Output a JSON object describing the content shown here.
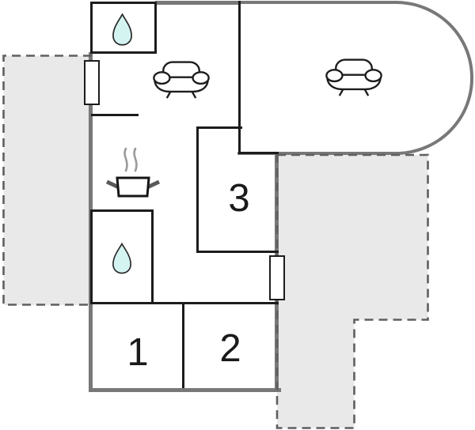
{
  "plan_title": "apartment-floor-plan",
  "rooms": {
    "room1": {
      "label": "1"
    },
    "room2": {
      "label": "2"
    },
    "room3": {
      "label": "3"
    },
    "living_room": {
      "icon": "sofa-icon"
    },
    "hallway": {
      "icon": "sofa-icon"
    },
    "kitchen": {
      "icon": "cooking-pot-icon"
    },
    "bathroom_top": {
      "icon": "water-drop-icon"
    },
    "bathroom_mid": {
      "icon": "water-drop-icon"
    }
  },
  "terraces": {
    "left": {
      "shape": "rectangle",
      "border": "dashed"
    },
    "right": {
      "shape": "l-shape",
      "border": "dashed"
    }
  },
  "colors": {
    "wall": "#787878",
    "line": "#1c1c1c",
    "terrace-fill": "#e9e9e9",
    "terrace-dash": "#5f5f5f",
    "drop-fill": "#d4f4f2",
    "steam": "#9a9a9a",
    "handle": "#5a5a5a",
    "label": "#1a1a1a"
  }
}
